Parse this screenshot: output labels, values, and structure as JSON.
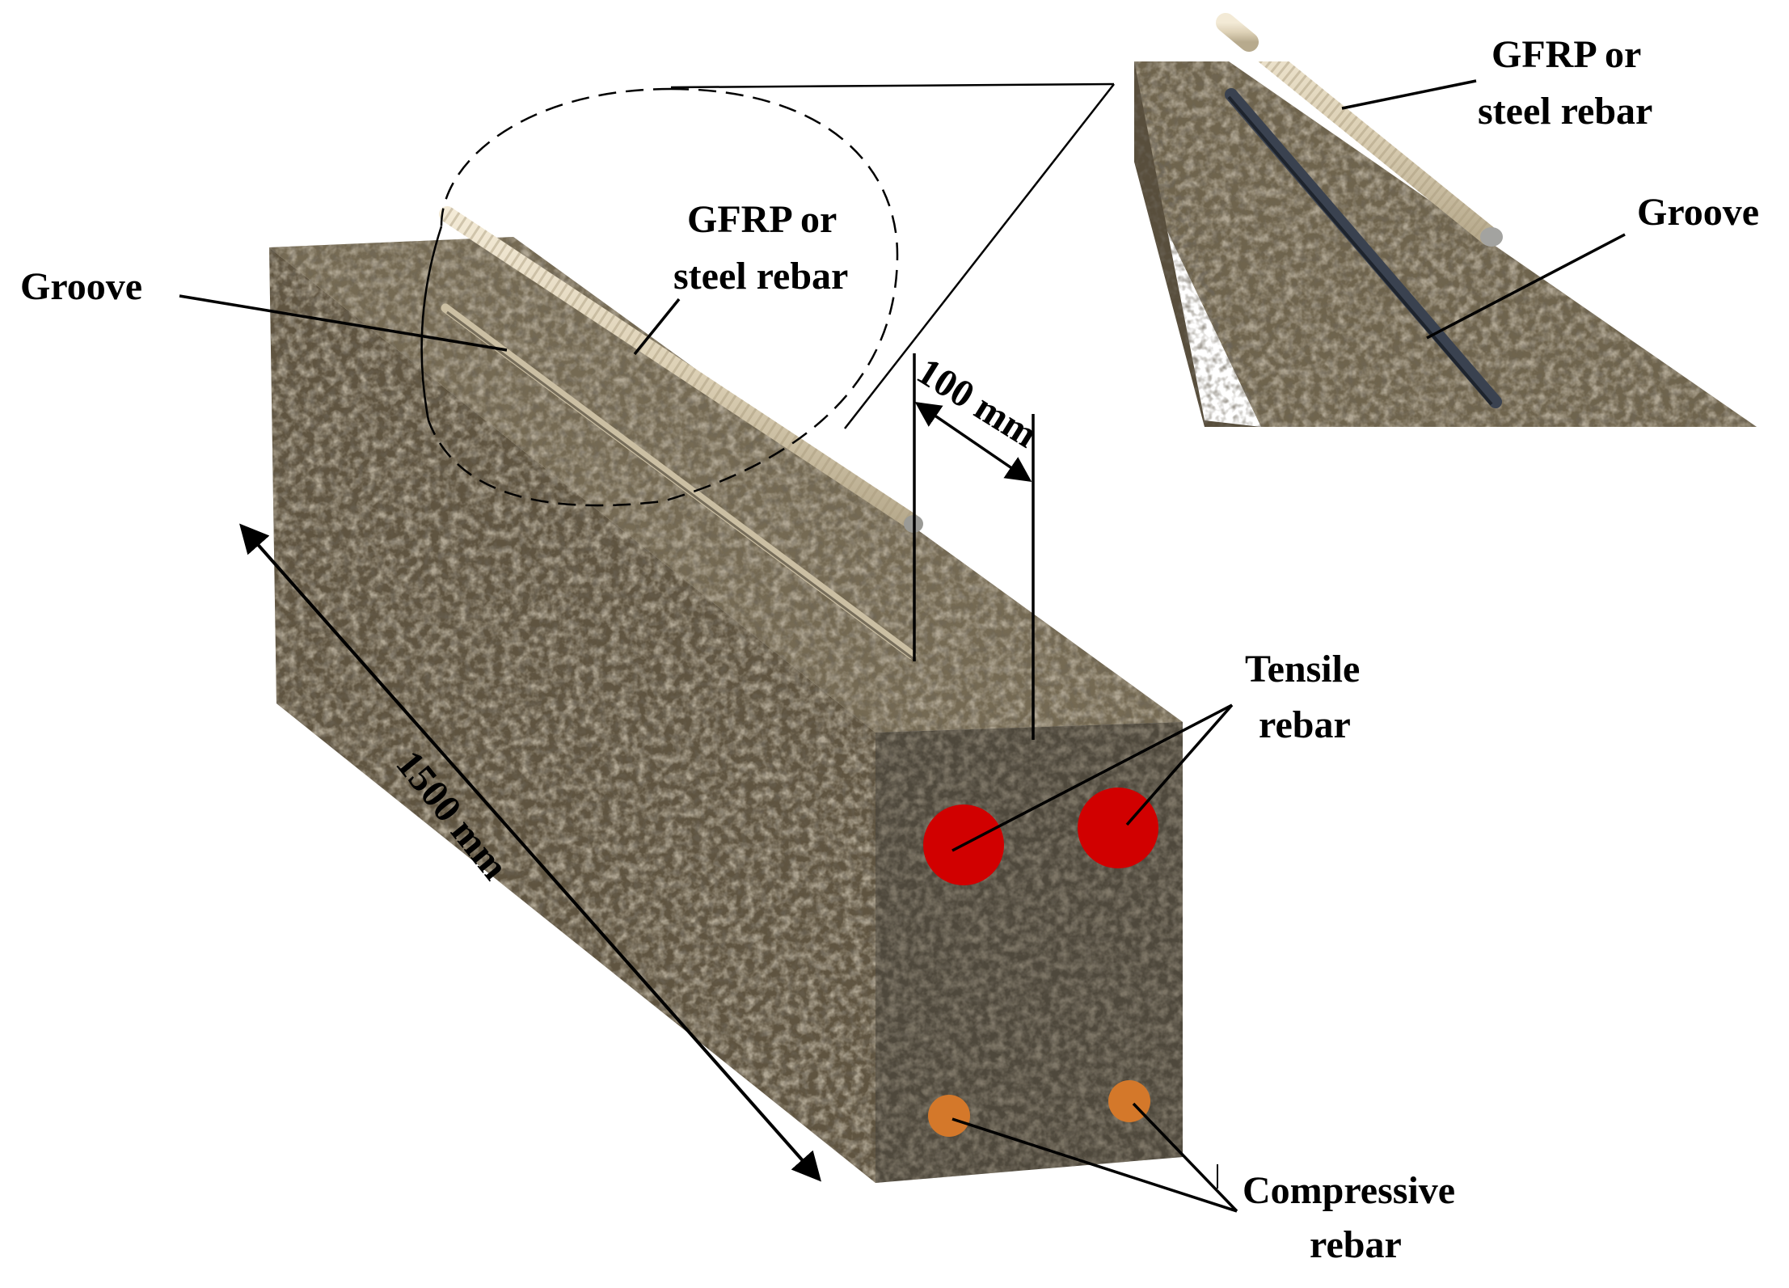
{
  "labels": {
    "groove_main": "Groove",
    "rebar_main_line1": "GFRP or",
    "rebar_main_line2": "steel rebar",
    "rebar_inset_line1": "GFRP or",
    "rebar_inset_line2": "steel rebar",
    "groove_inset": "Groove",
    "spacing_dim": "100 mm",
    "length_dim": "1500 mm",
    "tensile_line1": "Tensile",
    "tensile_line2": "rebar",
    "compressive_line1": "Compressive",
    "compressive_line2": "rebar"
  },
  "colors": {
    "concrete_base": "#6d6149",
    "concrete_top": "#756a53",
    "concrete_side": "#5f5440",
    "concrete_end": "#4e483c",
    "tensile_rebar": "#d10000",
    "compressive_rebar": "#d4782a",
    "gfrp_bar": "#ddd1b6",
    "groove_inset": "#3a4250"
  }
}
